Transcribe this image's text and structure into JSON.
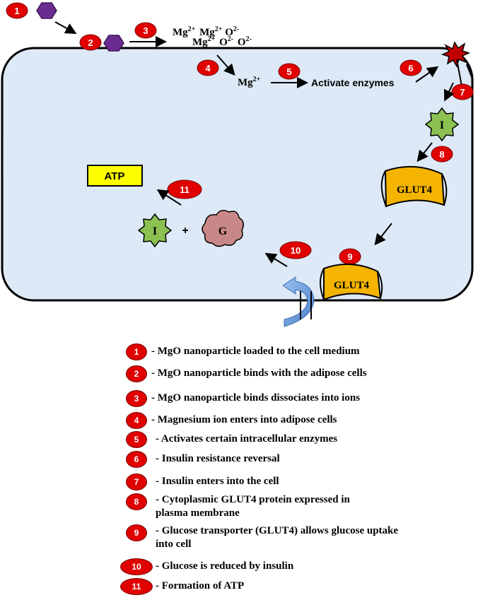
{
  "diagram": {
    "step_numbers": [
      "1",
      "2",
      "3",
      "4",
      "5",
      "6",
      "7",
      "8",
      "9",
      "10",
      "11"
    ],
    "ions_top": [
      "Mg",
      "2+",
      "Mg",
      "2+",
      "O",
      "2-"
    ],
    "ions_bottom": [
      "Mg",
      "2+",
      "O",
      "2-",
      "O",
      "2-"
    ],
    "mg_ion": "Mg",
    "mg_ion_sup": "2+",
    "activate_enzymes": "Activate enzymes",
    "insulin_label": "I",
    "glut4_label": "GLUT4",
    "atp_label": "ATP",
    "plus": "+",
    "glucose_label": "G"
  },
  "legend": [
    {
      "num": "1",
      "text": "- MgO nanoparticle loaded to the cell medium"
    },
    {
      "num": "2",
      "text": "- MgO nanoparticle binds with the adipose cells"
    },
    {
      "num": "3",
      "text": "- MgO nanoparticle binds dissociates into ions"
    },
    {
      "num": "4",
      "text": "- Magnesium ion enters into adipose cells"
    },
    {
      "num": "5",
      "text": "- Activates certain intracellular enzymes"
    },
    {
      "num": "6",
      "text": "- Insulin resistance reversal"
    },
    {
      "num": "7",
      "text": "- Insulin enters into the cell"
    },
    {
      "num": "8",
      "text": "- Cytoplasmic GLUT4 protein expressed in plasma membrane"
    },
    {
      "num": "9",
      "text": "- Glucose transporter (GLUT4) allows glucose uptake into cell"
    },
    {
      "num": "10",
      "text": "- Glucose is reduced by insulin"
    },
    {
      "num": "11",
      "text": "- Formation of ATP"
    }
  ],
  "colors": {
    "cell_fill": "#dde9f7",
    "badge_red": "#e00000",
    "nanoparticle": "#6a2c91",
    "insulin_green": "#8cc152",
    "glut4_orange": "#f4b400",
    "atp_yellow": "#ffff00",
    "glucose_pink": "#c98888",
    "curved_arrow_blue": "#6f9fd8"
  }
}
